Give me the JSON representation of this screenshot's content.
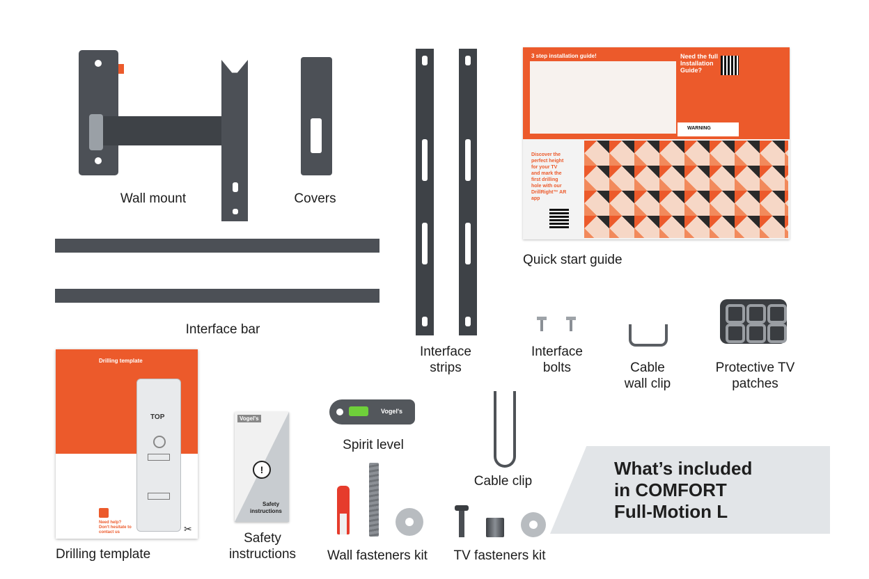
{
  "banner": {
    "title_line1": "What’s included",
    "title_line2": "in COMFORT",
    "title_line3": "Full-Motion L"
  },
  "items": {
    "wall_mount": "Wall mount",
    "covers": "Covers",
    "interface_bar": "Interface bar",
    "interface_strips_1": "Interface",
    "interface_strips_2": "strips",
    "quick_start_guide": "Quick start guide",
    "interface_bolts_1": "Interface",
    "interface_bolts_2": "bolts",
    "cable_wall_clip_1": "Cable",
    "cable_wall_clip_2": "wall clip",
    "protective_patches_1": "Protective TV",
    "protective_patches_2": "patches",
    "drilling_template": "Drilling template",
    "safety_instructions_1": "Safety",
    "safety_instructions_2": "instructions",
    "spirit_level": "Spirit level",
    "cable_clip": "Cable clip",
    "wall_fasteners_kit": "Wall fasteners kit",
    "tv_fasteners_kit": "TV fasteners kit"
  },
  "guide_card": {
    "heading": "3 step installation guide!",
    "need_full_1": "Need the full",
    "need_full_2": "Installation",
    "need_full_3": "Guide?",
    "warning": "WARNING",
    "discover_1": "Discover the",
    "discover_2": "perfect height",
    "discover_3": "for your TV",
    "discover_4": "and mark the",
    "discover_5": "first drilling",
    "discover_6": "hole with our",
    "discover_7": "DrillRight™ AR",
    "discover_8": "app"
  },
  "template_card": {
    "heading": "Drilling template",
    "top": "TOP",
    "help_1": "Need help?",
    "help_2": "Don't hesitate to",
    "help_3": "contact us"
  },
  "safety_card": {
    "brand": "Vogel's",
    "exclaim": "!",
    "text_1": "Safety",
    "text_2": "instructions"
  },
  "spirit_level": {
    "brand": "Vogel's"
  },
  "colors": {
    "accent_orange": "#ec5a2b",
    "steel": "#4c5056",
    "banner_bg": "#e2e5e8"
  }
}
